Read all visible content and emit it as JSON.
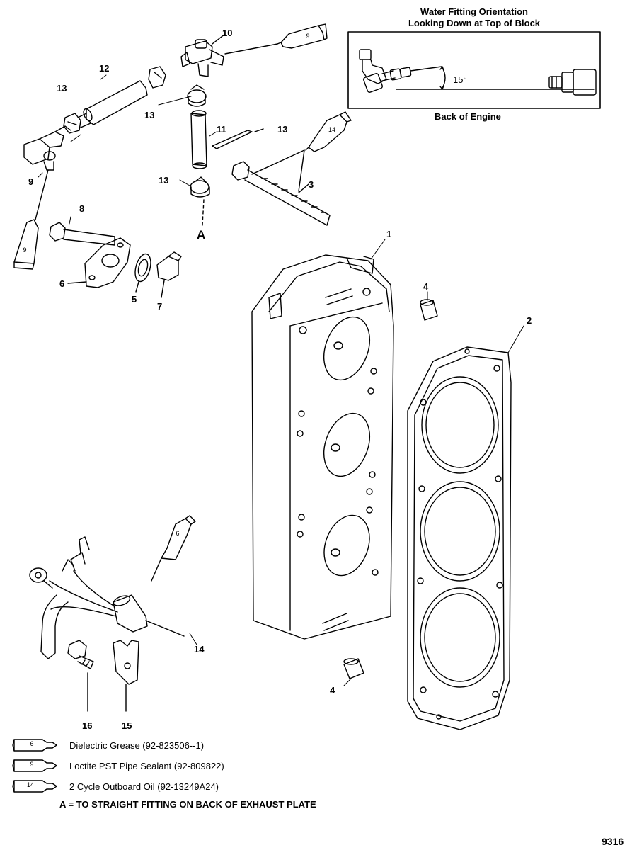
{
  "inset": {
    "title_line1": "Water Fitting Orientation",
    "title_line2": "Looking Down at Top of Block",
    "angle_label": "15°",
    "caption": "Back of Engine"
  },
  "callouts": {
    "c1": "1",
    "c2": "2",
    "c3": "3",
    "c4a": "4",
    "c4b": "4",
    "c5": "5",
    "c6": "6",
    "c7": "7",
    "c8": "8",
    "c9": "9",
    "c10": "10",
    "c11": "11",
    "c12": "12",
    "c13a": "13",
    "c13b": "13",
    "c13c": "13",
    "c13d": "13",
    "c14": "14",
    "c15": "15",
    "c16": "16"
  },
  "tube_labels": {
    "t9_top": "9",
    "t14_top": "14",
    "t9_left": "9",
    "t6_harness": "6"
  },
  "reference_letter": "A",
  "legend": [
    {
      "tube": "6",
      "text": "Dielectric Grease (92-823506--1)"
    },
    {
      "tube": "9",
      "text": "Loctite PST Pipe Sealant (92-809822)"
    },
    {
      "tube": "14",
      "text": "2 Cycle Outboard Oil (92-13249A24)"
    }
  ],
  "note": "A = TO STRAIGHT FITTING ON BACK OF EXHAUST PLATE",
  "figure_number": "9316"
}
